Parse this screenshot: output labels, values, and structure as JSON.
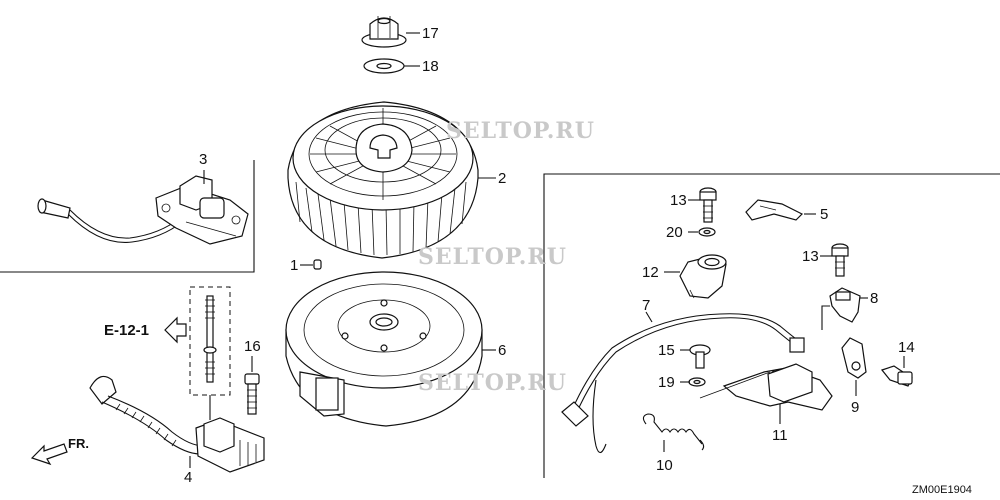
{
  "callouts": {
    "p1": "1",
    "p2": "2",
    "p3": "3",
    "p4": "4",
    "p5": "5",
    "p6": "6",
    "p7": "7",
    "p8": "8",
    "p9": "9",
    "p10": "10",
    "p11": "11",
    "p12": "12",
    "p13a": "13",
    "p13b": "13",
    "p14": "14",
    "p15": "15",
    "p16": "16",
    "p17": "17",
    "p18": "18",
    "p19": "19",
    "p20": "20"
  },
  "reference": "E-12-1",
  "front_marker": "FR.",
  "diagram_code": "ZM00E1904",
  "watermark": [
    "SELTOP.RU",
    "SELTOP.RU",
    "SELTOP.RU"
  ],
  "colors": {
    "line": "#111111",
    "watermark": "#c9c9c9",
    "background": "#ffffff"
  }
}
